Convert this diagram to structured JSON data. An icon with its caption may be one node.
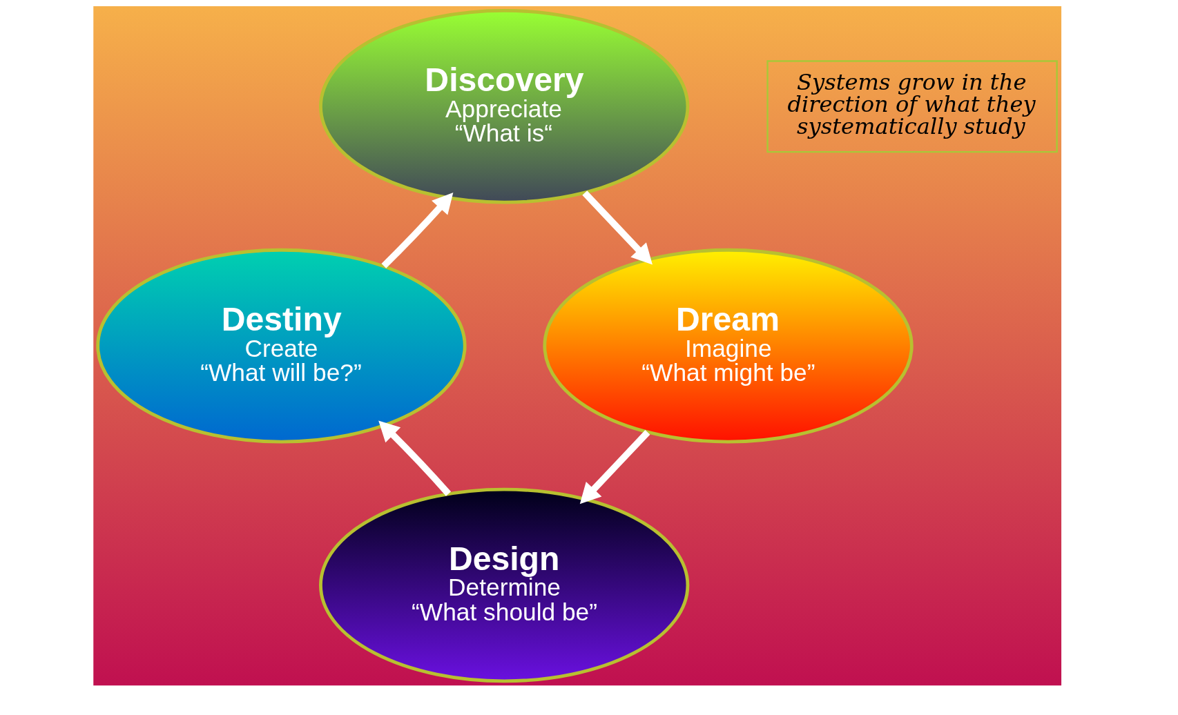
{
  "diagram": {
    "nodes": [
      {
        "text": [
          "Discovery",
          "Appreciate",
          "“What is“"
        ]
      },
      {
        "text": [
          "Dream",
          "Imagine",
          "“What might be”"
        ]
      },
      {
        "text": [
          "Design",
          "Determine",
          "“What should be”"
        ]
      },
      {
        "text": [
          "Destiny",
          "Create",
          "“What will be?”"
        ]
      },
      {
        "text": [
          "Systems grow in the direction of what they systematically study"
        ]
      }
    ],
    "edges": [
      {
        "from": 0,
        "to": 1,
        "arrow": "to"
      },
      {
        "from": 1,
        "to": 2,
        "arrow": "to"
      },
      {
        "from": 2,
        "to": 3,
        "arrow": "to"
      },
      {
        "from": 3,
        "to": 0,
        "arrow": "to"
      }
    ]
  }
}
